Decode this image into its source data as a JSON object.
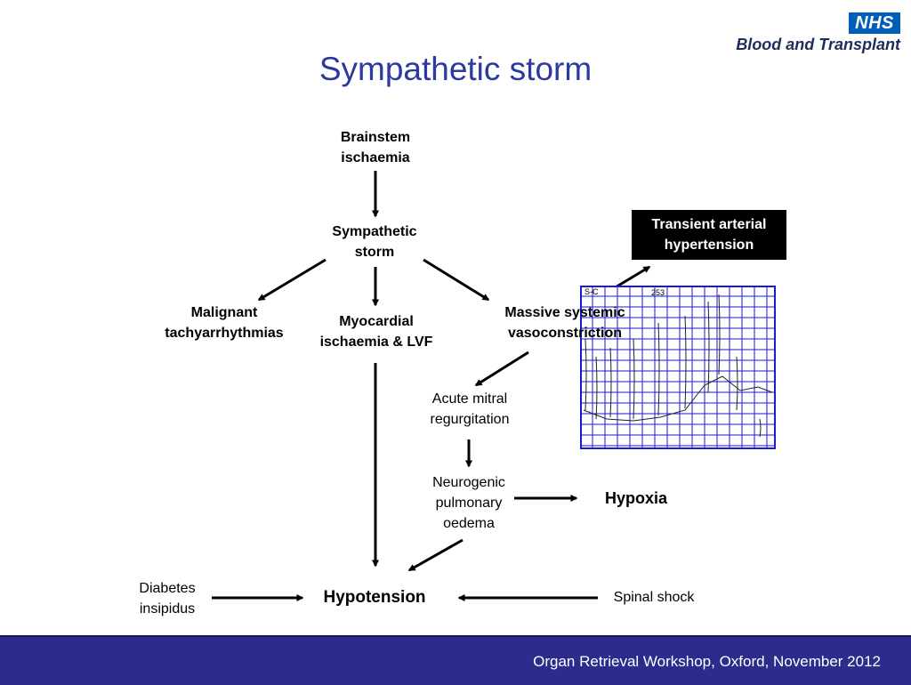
{
  "logo": {
    "badge": "NHS",
    "text": "Blood and Transplant"
  },
  "title": "Sympathetic storm",
  "nodes": {
    "brainstem": [
      "Brainstem",
      "ischaemia"
    ],
    "storm": [
      "Sympathetic",
      "storm"
    ],
    "malignant": [
      "Malignant",
      "tachyarrhythmias"
    ],
    "myocardial": [
      "Myocardial",
      "ischaemia & LVF"
    ],
    "massive": [
      "Massive systemic",
      "vasoconstriction"
    ],
    "transient": [
      "Transient arterial",
      "hypertension"
    ],
    "acute": [
      "Acute mitral",
      "regurgitation"
    ],
    "neurogenic": [
      "Neurogenic",
      "pulmonary",
      "oedema"
    ],
    "hypoxia": "Hypoxia",
    "diabetes": [
      "Diabetes",
      "insipidus"
    ],
    "hypotension": "Hypotension",
    "spinal": "Spinal shock"
  },
  "bp_chart": {
    "labels": [
      "S-C",
      "253"
    ]
  },
  "footer": "Organ Retrieval Workshop, Oxford, November 2012",
  "colors": {
    "title": "#2b3a9c",
    "footer_bg": "#2c2c8c",
    "nhs_blue": "#005eb8",
    "grid_blue": "#1a1ad0"
  }
}
